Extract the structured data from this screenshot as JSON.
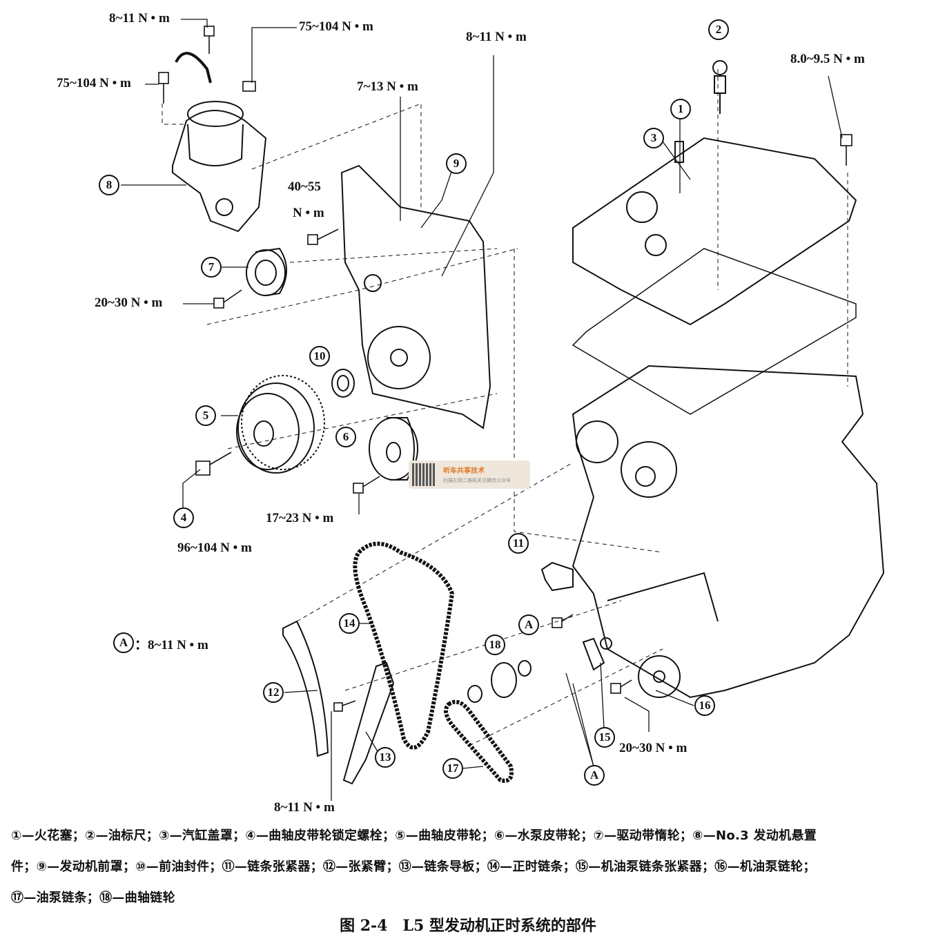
{
  "callouts": {
    "c1": "1",
    "c2": "2",
    "c3": "3",
    "c4": "4",
    "c5": "5",
    "c6": "6",
    "c7": "7",
    "c8": "8",
    "c9": "9",
    "c10": "10",
    "c11": "11",
    "c12": "12",
    "c13": "13",
    "c14": "14",
    "c15": "15",
    "c16": "16",
    "c17": "17",
    "c18": "18",
    "a1": "A",
    "a2": "A",
    "a3": "A"
  },
  "torques": {
    "t1": "8~11 N • m",
    "t2": "75~104 N • m",
    "t3": "75~104 N • m",
    "t4": "8~11 N • m",
    "t5": "7~13 N • m",
    "t6a": "40~55",
    "t6b": "N • m",
    "t7": "8.0~9.5 N • m",
    "t8": "20~30 N • m",
    "t9": "17~23 N • m",
    "t10": "96~104 N • m",
    "t11": "：8~11 N • m",
    "t12": "20~30 N • m",
    "t13": "8~11 N • m"
  },
  "watermark": {
    "title": "听车共享技术",
    "subtitle": "扫描左侧二维码关注微信公众号"
  },
  "legend": [
    "①—火花塞；②—油标尺；③—汽缸盖罩；④—曲轴皮带轮锁定螺栓；⑤—曲轴皮带轮；⑥—水泵皮带轮；⑦—驱动带惰轮；⑧—No.3 发动机悬置",
    "件；⑨—发动机前罩；⑩—前油封件；⑪—链条张紧器；⑫—张紧臂；⑬—链条导板；⑭—正时链条；⑮—机油泵链条张紧器；⑯—机油泵链轮；",
    "⑰—油泵链条；⑱—曲轴链轮"
  ],
  "caption": "图 2-4　L5 型发动机正时系统的部件"
}
